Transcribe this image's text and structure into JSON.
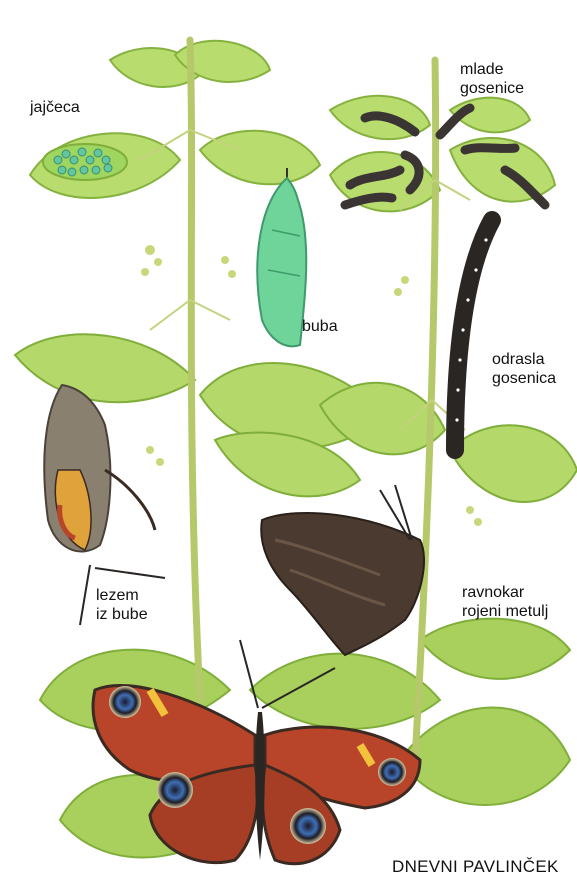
{
  "labels": {
    "eggs": "jajčeca",
    "young_caterpillars": [
      "mlade",
      "gosenice"
    ],
    "pupa": "buba",
    "adult_caterpillar": [
      "odrasla",
      "gosenica"
    ],
    "emerging": [
      "lezem",
      "iz bube"
    ],
    "newborn_butterfly": [
      "ravnokar",
      "rojeni metulj"
    ]
  },
  "title": "DNEVNI PAVLINČEK",
  "colors": {
    "stem": "#b5c96a",
    "leaf": "#a9d05c",
    "leaf_dark": "#7fae3a",
    "chrysalis": "#6fd49a",
    "wing_red": "#b8452a",
    "wing_dark": "#3a2a22",
    "eyespot_blue": "#3f6fb5"
  }
}
